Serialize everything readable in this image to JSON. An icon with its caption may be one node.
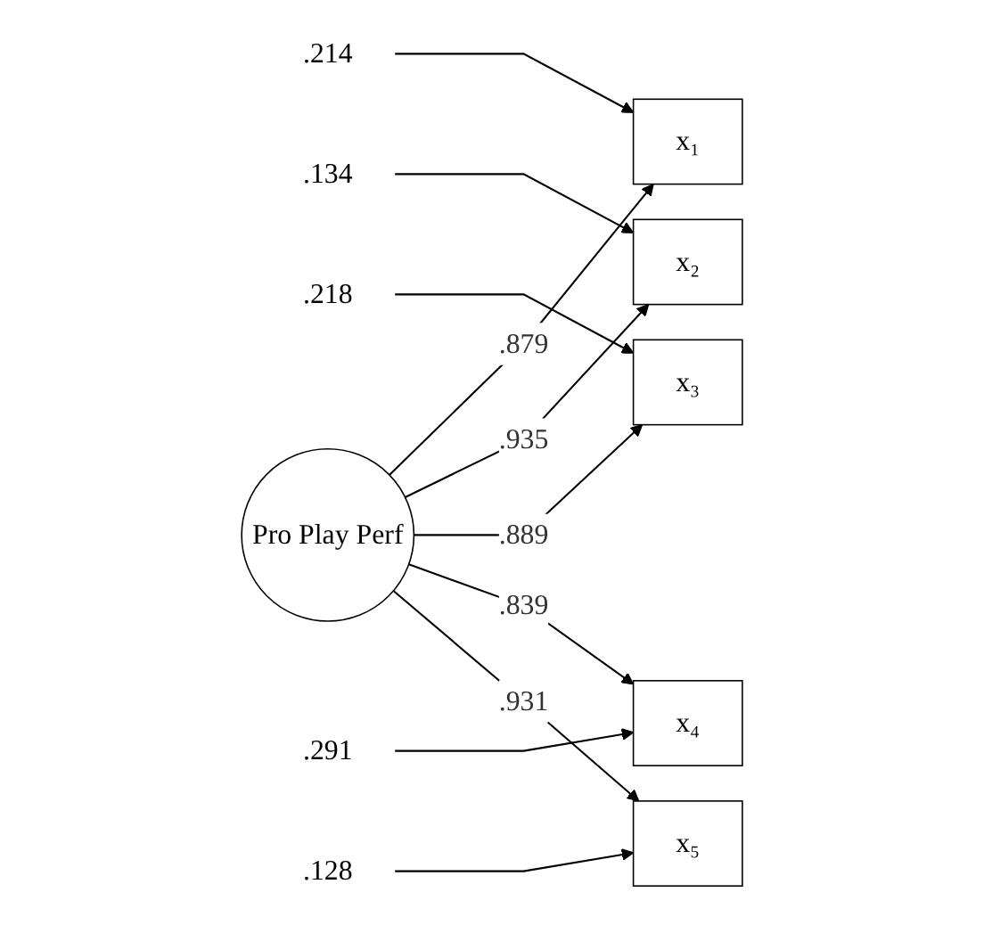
{
  "diagram": {
    "nodes": [
      {
        "text": [
          ".214"
        ]
      },
      {
        "text": [
          "x₁"
        ]
      },
      {
        "text": [
          ".134"
        ]
      },
      {
        "text": [
          "x₂"
        ]
      },
      {
        "text": [
          ".218"
        ]
      },
      {
        "text": [
          "x₃"
        ]
      },
      {
        "text": [
          ".291"
        ]
      },
      {
        "text": [
          "x₄"
        ]
      },
      {
        "text": [
          ".128"
        ]
      },
      {
        "text": [
          "x₅"
        ]
      },
      {
        "text": [
          "Pro Play Perf"
        ]
      }
    ],
    "edges": [
      {
        "from": 0,
        "to": 1,
        "arrow": "to"
      },
      {
        "from": 2,
        "to": 3,
        "arrow": "to"
      },
      {
        "from": 4,
        "to": 5,
        "arrow": "to"
      },
      {
        "from": 6,
        "to": 7,
        "arrow": "to"
      },
      {
        "from": 8,
        "to": 9,
        "arrow": "to"
      },
      {
        "from": 10,
        "to": 1,
        "label": ".879",
        "arrow": "to"
      },
      {
        "from": 10,
        "to": 3,
        "label": ".935",
        "arrow": "to"
      },
      {
        "from": 10,
        "to": 5,
        "label": ".889",
        "arrow": "to"
      },
      {
        "from": 10,
        "to": 7,
        "label": ".839",
        "arrow": "to"
      },
      {
        "from": 10,
        "to": 9,
        "label": ".931",
        "arrow": "to"
      }
    ]
  }
}
